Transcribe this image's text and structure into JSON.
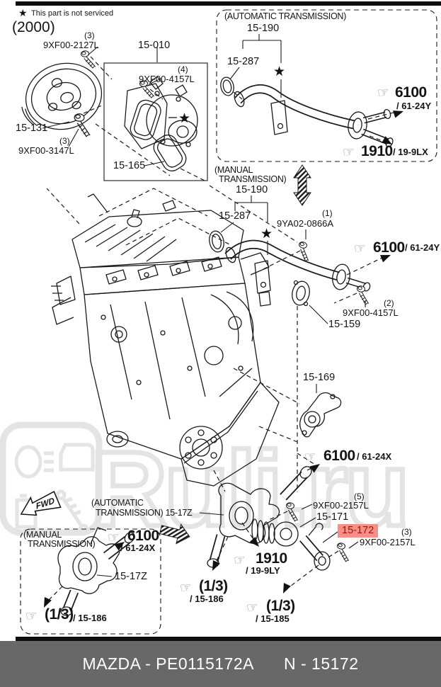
{
  "header": {
    "note": "This part is not serviced",
    "year": "(2000)"
  },
  "icons": {
    "hand": "☞",
    "star": "★"
  },
  "watermark": {
    "text": "Ruli.ru"
  },
  "colors": {
    "line": "#1a1a1a",
    "highlight_bg": "#f59089",
    "highlight_text": "#a31208",
    "footer_bg": "#686868",
    "watermark": "#e4e4e4"
  },
  "labels": {
    "qty_2127l": "(3)",
    "p_2127l": "9XF00-2127L",
    "p15_010": "15-010",
    "qty_4157l_a": "(4)",
    "p_4157l_a": "9XF00-4157L",
    "p15_131": "15-131",
    "qty_3147l": "(3)",
    "p_3147l": "9XF00-3147L",
    "p15_165": "15-165",
    "at_title": "(AUTOMATIC TRANSMISSION)",
    "p15_190_at": "15-190",
    "p15_287_at": "15-287",
    "ref_6100_at": "6100",
    "ref_6100_at_sub": "/ 61-24Y",
    "ref_1910_at": "1910",
    "ref_1910_at_sub": "/ 19-9LX",
    "mt_title_1": "(MANUAL",
    "mt_title_2": "TRANSMISSION)",
    "p15_190_mt": "15-190",
    "p15_287_mt": "15-287",
    "qty_0866a": "(1)",
    "p_0866a": "9YA02-0866A",
    "ref_6100_mid": "6100",
    "ref_6100_mid_sub": "/ 61-24Y",
    "qty_4157l_b": "(2)",
    "p_4157l_b": "9XF00-4157L",
    "p15_159": "15-159",
    "p15_169": "15-169",
    "ref_6100_low": "6100",
    "ref_6100_low_sub": "/ 61-24X",
    "qty_2157l_a": "(5)",
    "p_2157l_a": "9XF00-2157L",
    "p15_171": "15-171",
    "p15_172": "15-172",
    "qty_2157l_b": "(3)",
    "p_2157l_b": "9XF00-2157L",
    "at17z_1": "(AUTOMATIC",
    "at17z_2": "TRANSMISSION) 15-17Z",
    "ref_1910_low": "1910",
    "ref_1910_low_sub": "/ 19-9LY",
    "ref_13_mid": "(1/3)",
    "ref_13_mid_sub": "/ 15-186",
    "ref_13_185": "(1/3)",
    "ref_13_185_sub": "/ 15-185",
    "mtbox_title_1": "(MANUAL",
    "mtbox_title_2": "TRANSMISSION)",
    "ref_6100_mt": "6100",
    "ref_6100_mt_sub": "/ 61-24X",
    "p15_17z": "15-17Z",
    "ref_13_mt": "(1/3)",
    "ref_13_mt_sub": "/ 15-186",
    "fwd": "FWD"
  },
  "footer": {
    "left": "MAZDA - PE0115172A",
    "right": "N - 15172"
  }
}
